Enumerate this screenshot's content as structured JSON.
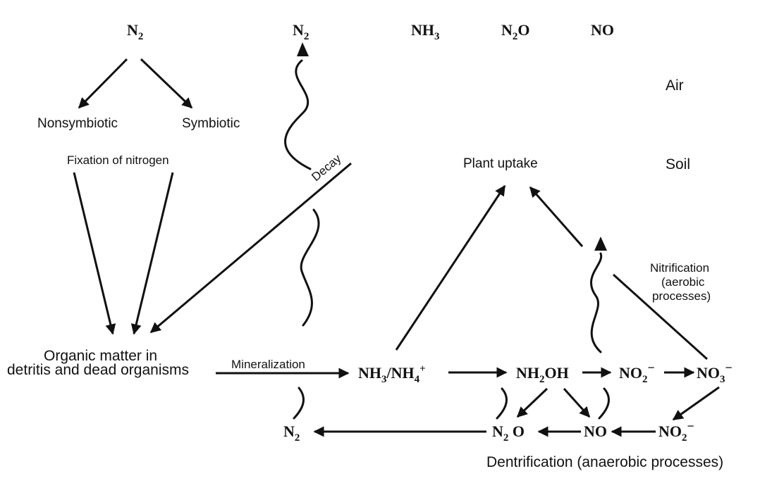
{
  "air_species": {
    "n2_left": {
      "base": "N",
      "sub": "2"
    },
    "n2_decay": {
      "base": "N",
      "sub": "2"
    },
    "nh3": {
      "base": "NH",
      "sub": "3"
    },
    "n2o": {
      "base": "N",
      "sub": "2",
      "tail": "O"
    },
    "no": "NO"
  },
  "zones": {
    "air": "Air",
    "soil": "Soil"
  },
  "fixation": {
    "nonsymbiotic": "Nonsymbiotic",
    "symbiotic": "Symbiotic",
    "title": "Fixation of nitrogen"
  },
  "decay": "Decay",
  "plant_uptake": "Plant uptake",
  "nitrification": {
    "line1": "Nitrification",
    "line2": "(aerobic",
    "line3": "processes)"
  },
  "organic_matter": {
    "line1": "Organic matter in",
    "line2": "detritis and dead organisms"
  },
  "mineralization": "Mineralization",
  "soil_species": {
    "nh3_nh4": {
      "a": "NH",
      "a_sub": "3",
      "b": "/NH",
      "b_sub": "4",
      "b_sup": "+"
    },
    "nh2oh": {
      "a": "NH",
      "a_sub": "2",
      "b": "OH"
    },
    "no2_top": {
      "a": "NO",
      "a_sub": "2",
      "sup": "−"
    },
    "no3": {
      "a": "NO",
      "a_sub": "3",
      "sup": "−"
    },
    "no2_bottom": {
      "a": "NO",
      "a_sub": "2",
      "sup": "−"
    },
    "no_bottom": "NO",
    "n2o_bottom": {
      "a": "N",
      "a_sub": "2",
      "b": " O"
    },
    "n2_bottom": {
      "a": "N",
      "a_sub": "2"
    }
  },
  "denitrification": "Dentrification (anaerobic processes)"
}
